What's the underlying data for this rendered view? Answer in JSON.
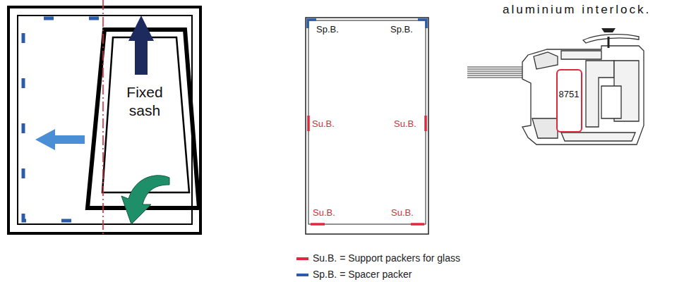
{
  "diagram": {
    "nodes": [
      {
        "text": [
          "Fixed sash"
        ]
      },
      {
        "text": [
          "8751"
        ]
      }
    ],
    "labels": [
      "aluminium interlock.",
      "Sp.B.",
      "Sp.B.",
      "Su.B.",
      "Su.B.",
      "Su.B.",
      "Su.B."
    ],
    "legend": [
      {
        "text": "Su.B. = Support packers for glass",
        "color": "#e0283c"
      },
      {
        "text": "Sp.B. = Spacer packer",
        "color": "#2a5caa"
      }
    ]
  }
}
